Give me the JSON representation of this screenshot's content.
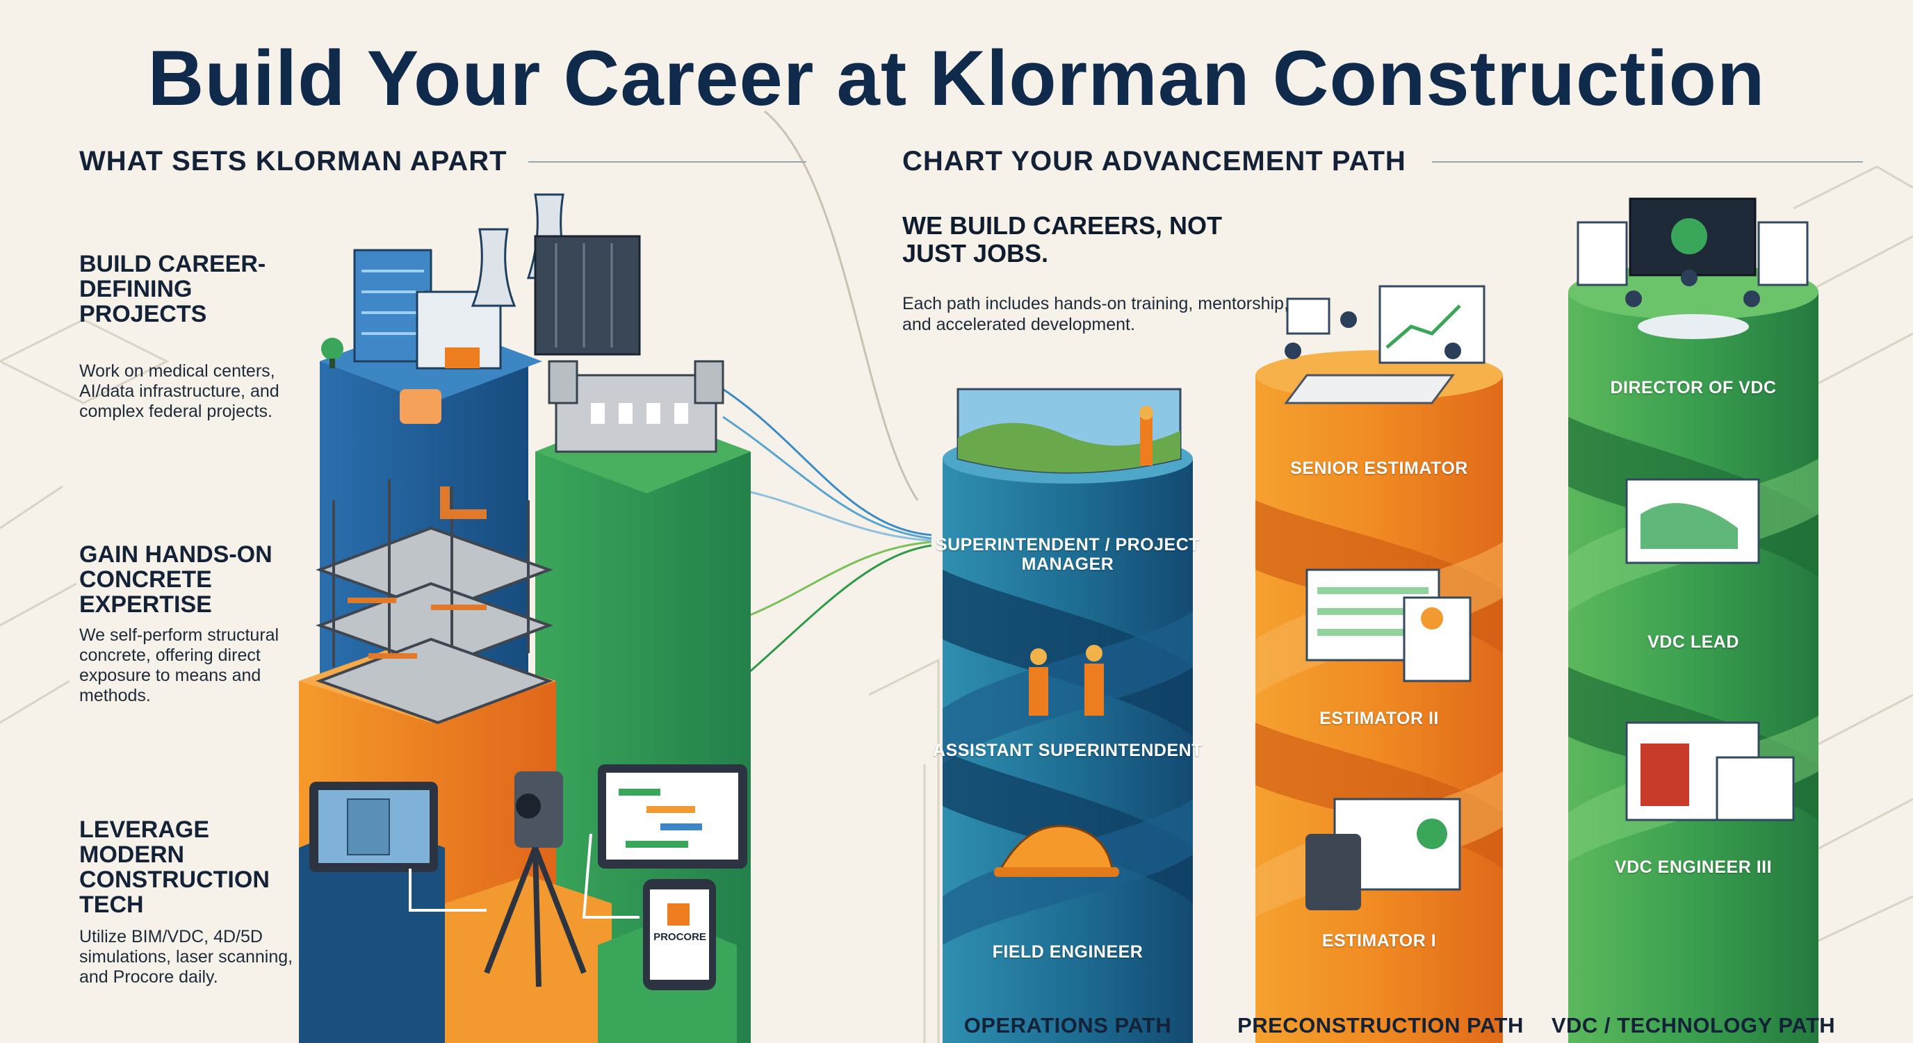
{
  "header": {
    "title": "Build Your Career at Klorman Construction"
  },
  "left_section": {
    "heading": "WHAT SETS KLORMAN APART",
    "features": [
      {
        "title": "BUILD CAREER-DEFINING PROJECTS",
        "body": "Work on medical centers, AI/data infrastructure, and complex federal projects.",
        "icon": "buildings-icon"
      },
      {
        "title": "GAIN HANDS-ON CONCRETE EXPERTISE",
        "body": "We self-perform structural concrete, offering direct exposure to means and methods.",
        "icon": "concrete-structure-icon"
      },
      {
        "title": "LEVERAGE MODERN CONSTRUCTION TECH",
        "body": "Utilize BIM/VDC, 4D/5D simulations, laser scanning, and Procore daily.",
        "icon": "laser-scanner-icon"
      }
    ],
    "procore_label": "PROCORE"
  },
  "right_section": {
    "heading": "CHART YOUR ADVANCEMENT PATH",
    "tagline": "WE BUILD CAREERS, NOT JUST JOBS.",
    "subtext": "Each path includes hands-on training, mentorship, and accelerated development.",
    "paths": [
      {
        "name": "OPERATIONS PATH",
        "roles": [
          "SUPERINTENDENT / PROJECT MANAGER",
          "ASSISTANT SUPERINTENDENT",
          "FIELD ENGINEER"
        ],
        "color": "#1e5f8c"
      },
      {
        "name": "PRECONSTRUCTION PATH",
        "roles": [
          "SENIOR ESTIMATOR",
          "ESTIMATOR II",
          "ESTIMATOR I"
        ],
        "color": "#ee7d1f"
      },
      {
        "name": "VDC / TECHNOLOGY PATH",
        "roles": [
          "DIRECTOR OF VDC",
          "VDC LEAD",
          "VDC ENGINEER III"
        ],
        "color": "#2f9a48"
      }
    ]
  },
  "colors": {
    "navy": "#0f2a4a",
    "blue": "#1e6fa8",
    "orange": "#ee7d1f",
    "green": "#2f9a48",
    "background": "#f6f2ea"
  }
}
